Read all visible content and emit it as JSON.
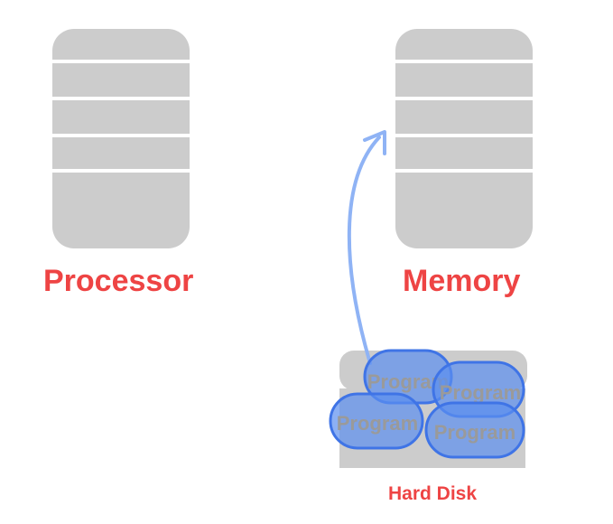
{
  "processor": {
    "label": "Processor"
  },
  "memory": {
    "label": "Memory"
  },
  "hard_disk": {
    "label": "Hard Disk",
    "programs": [
      "Program",
      "Program",
      "Program",
      "Program"
    ]
  },
  "colors": {
    "box_fill": "#cccccc",
    "stripe": "#ffffff",
    "label_red": "#ee4444",
    "program_fill": "#5b8ff0",
    "program_stroke": "#3f74e6",
    "program_text": "#9a9a9a",
    "arrow": "#8fb3f5"
  }
}
